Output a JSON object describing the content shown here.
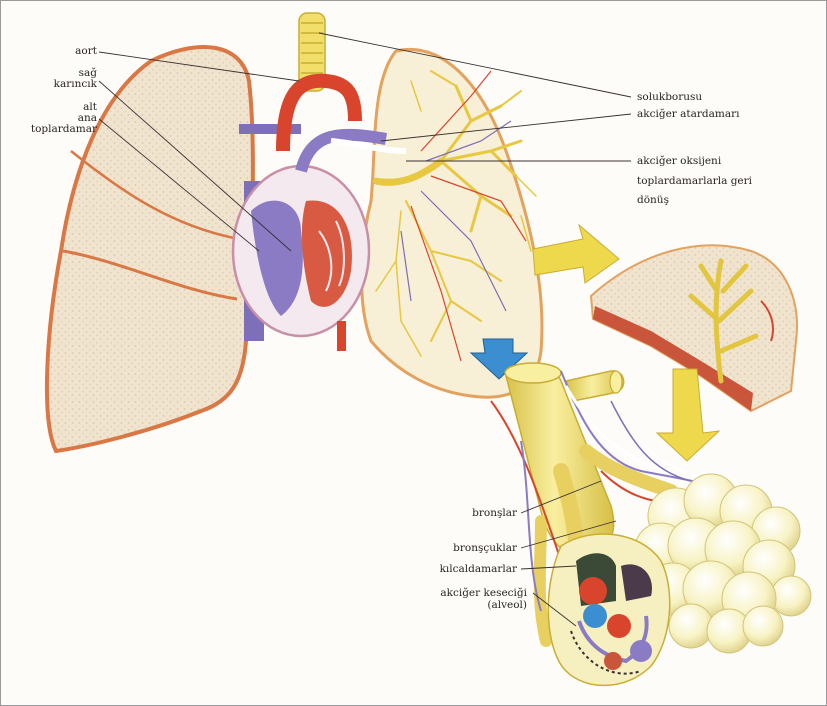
{
  "labels": {
    "aort": "aort",
    "sag_karincik_1": "sağ",
    "sag_karincik_2": "karıncık",
    "alt_ana_1": "alt",
    "alt_ana_2": "ana",
    "alt_ana_3": "toplardamar",
    "solukborusu": "solukborusu",
    "akciger_atardamari": "akciğer atardamarı",
    "oksijeni_1": "akciğer oksijeni",
    "oksijeni_2": "toplardamarlarla geri",
    "oksijeni_3": "dönüş",
    "bronslar": "bronşlar",
    "bronscuklar": "bronşçuklar",
    "kilcaldamarlar": "kılcaldamarlar",
    "kesecigi_1": "akciğer keseciği",
    "kesecigi_2": "(alveol)"
  },
  "colors": {
    "lung_fill": "#efe1c9",
    "lung_edge": "#d97845",
    "artery_red": "#d8452c",
    "vein_blue": "#7d6fb8",
    "bronchi_yellow": "#f1df6a",
    "arrow_yellow": "#eed84c",
    "arrow_blue": "#3b8fd0",
    "alveoli_cream": "#faf6c9"
  }
}
